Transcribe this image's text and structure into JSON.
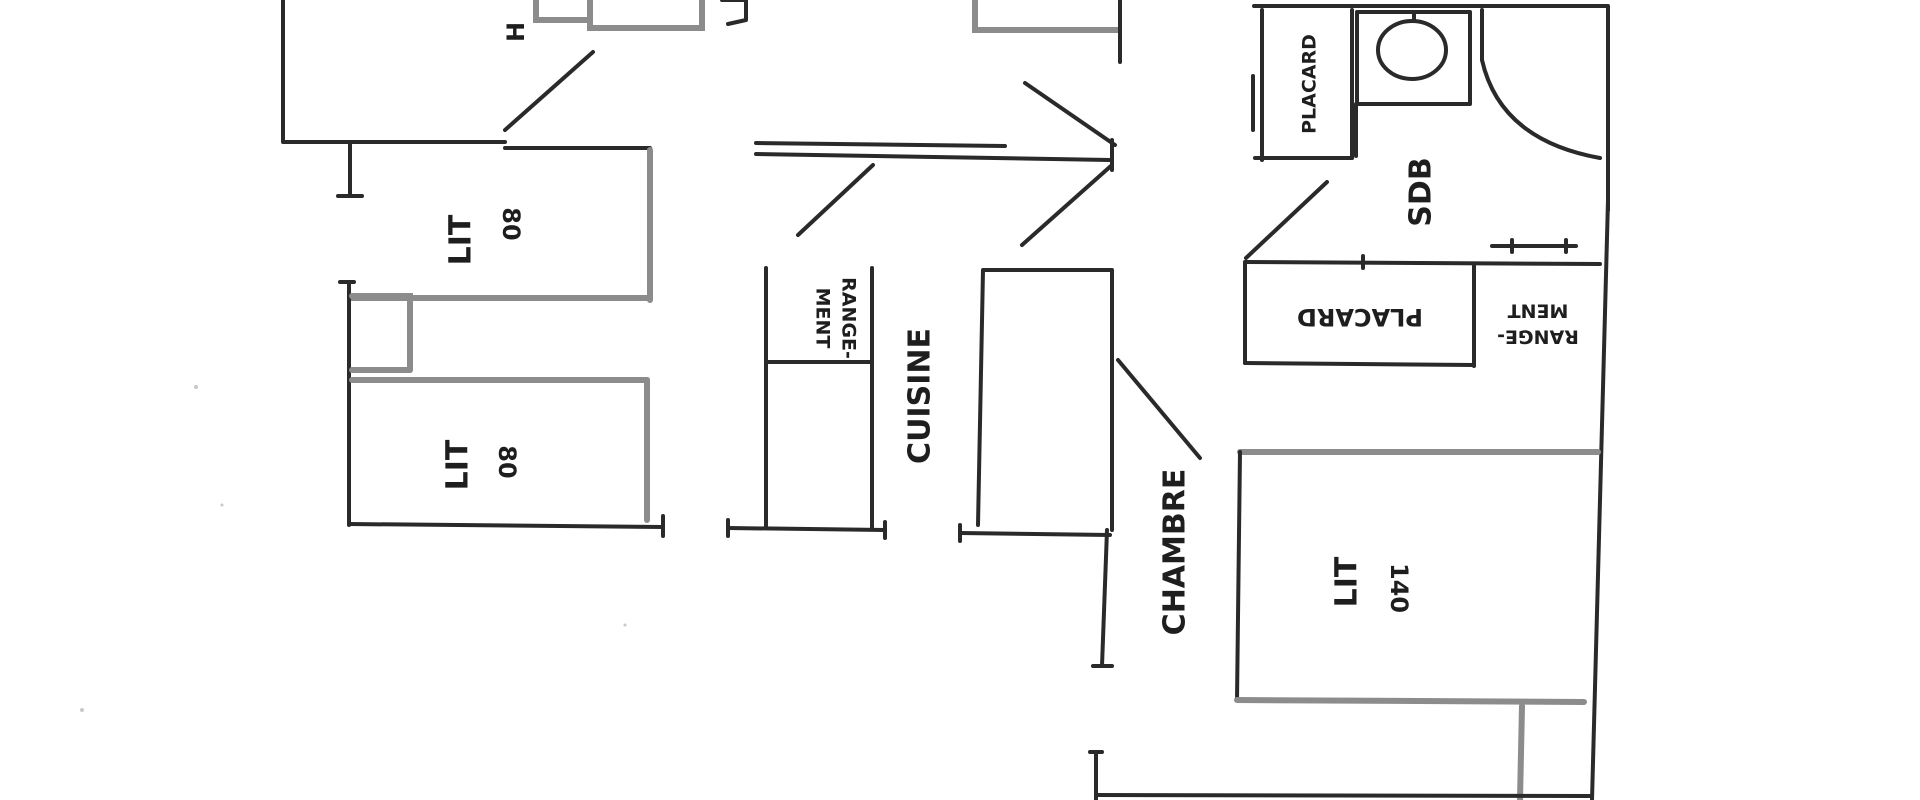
{
  "labels": {
    "bed_top": {
      "name": "LIT",
      "size": "80"
    },
    "bed_bottom": {
      "name": "LIT",
      "size": "80"
    },
    "bed_double": {
      "name": "LIT",
      "size": "140"
    },
    "storage_kitchen": {
      "line1": "RANGE-",
      "line2": "MENT"
    },
    "storage_bath": {
      "line1": "RANGE-",
      "line2": "MENT"
    },
    "kitchen": "CUISINE",
    "bedroom": "CHAMBRE",
    "bathroom": "SDB",
    "closet_top": "PLACARD",
    "closet_bath": "PLACARD",
    "top_left_mark": "H"
  }
}
